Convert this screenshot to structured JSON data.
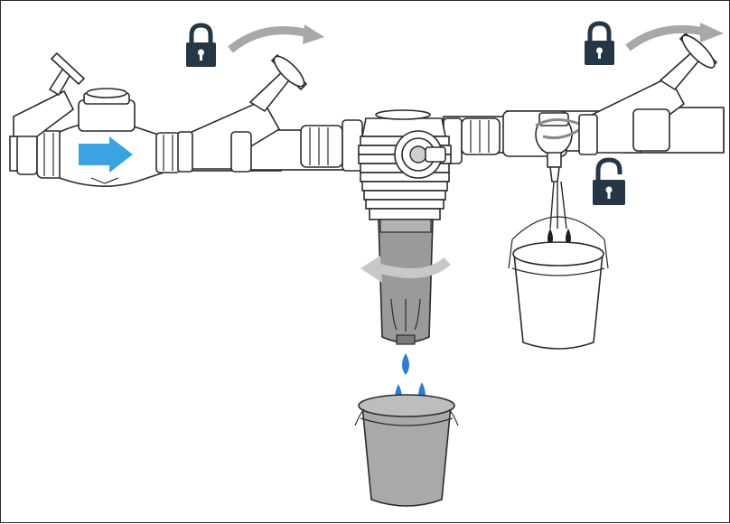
{
  "colors": {
    "frame": "#2a2a2a",
    "line": "#2b2b2b",
    "lock": "#263645",
    "flow_arrow": "#3aa3e0",
    "water_drop": "#2a7fd0",
    "dirty_drop": "#1e1e1e",
    "rotation_arrow": "#a8a8a8",
    "bucket_grey": "#a9a9a9",
    "filter_bowl": "#9a9a9a"
  },
  "icons": {
    "lock_left": "padlock-closed-icon",
    "lock_right": "padlock-closed-icon",
    "lock_open": "padlock-open-icon",
    "flow": "arrow-right-icon",
    "rotate": "curved-arrow-icon"
  },
  "states": {
    "inlet_valve": "closed",
    "outlet_valve": "closed",
    "drain_valve": "open"
  }
}
